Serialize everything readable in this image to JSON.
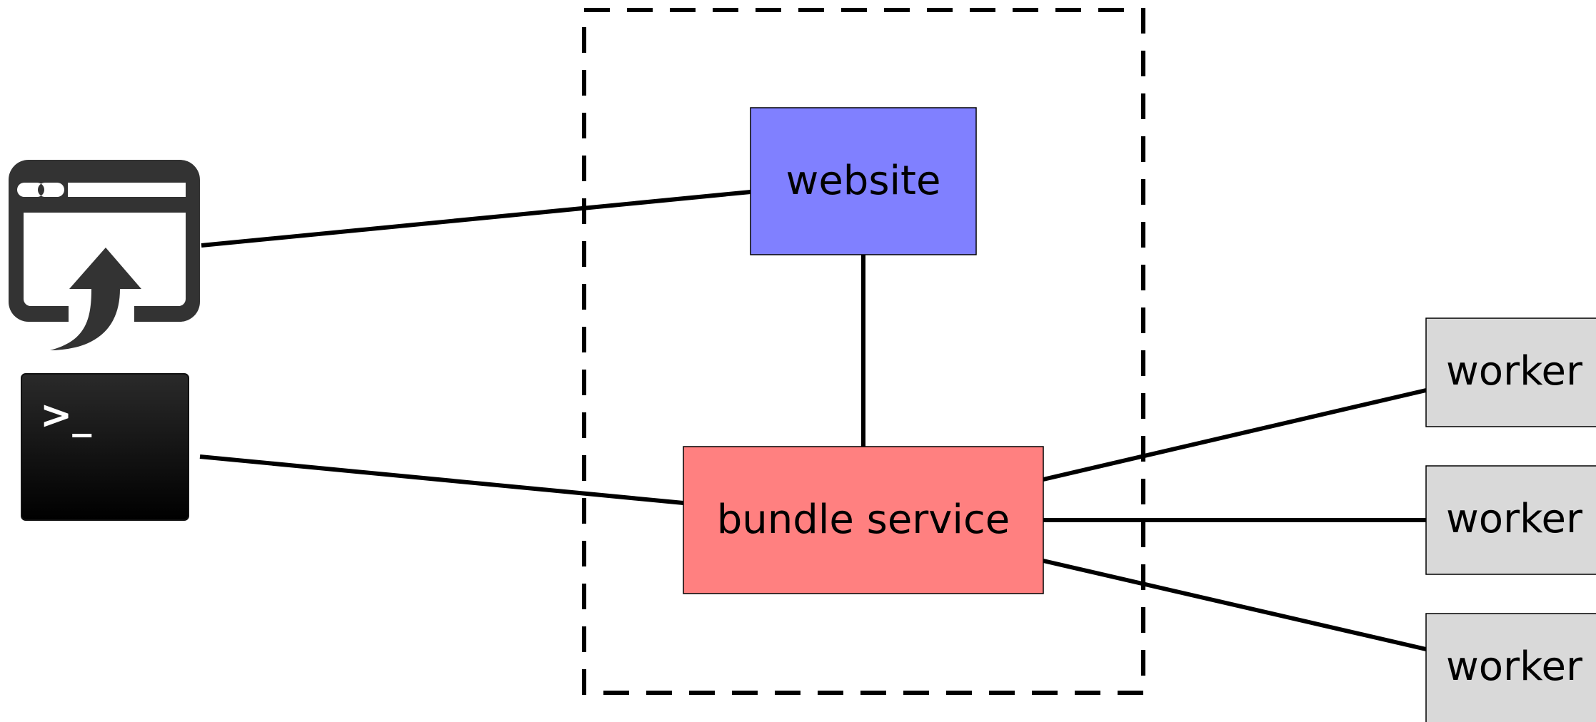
{
  "nodes": {
    "website": {
      "label": "website",
      "color": "#8080ff"
    },
    "bundle_service": {
      "label": "bundle service",
      "color": "#ff8080"
    },
    "workers": [
      {
        "label": "worker",
        "color": "#d9d9d9"
      },
      {
        "label": "worker",
        "color": "#d9d9d9"
      },
      {
        "label": "worker",
        "color": "#d9d9d9"
      }
    ]
  },
  "icons": {
    "browser_upload": "browser-upload-icon",
    "terminal": "terminal-icon",
    "terminal_prompt": ">_"
  },
  "edges": [
    {
      "from": "browser-upload-icon",
      "to": "website"
    },
    {
      "from": "terminal-icon",
      "to": "bundle service"
    },
    {
      "from": "website",
      "to": "bundle service"
    },
    {
      "from": "bundle service",
      "to": "worker"
    },
    {
      "from": "bundle service",
      "to": "worker"
    },
    {
      "from": "bundle service",
      "to": "worker"
    }
  ],
  "colors": {
    "line": "#000000",
    "icon_dark": "#333333",
    "terminal_bg": "#000000",
    "terminal_text": "#ffffff"
  }
}
